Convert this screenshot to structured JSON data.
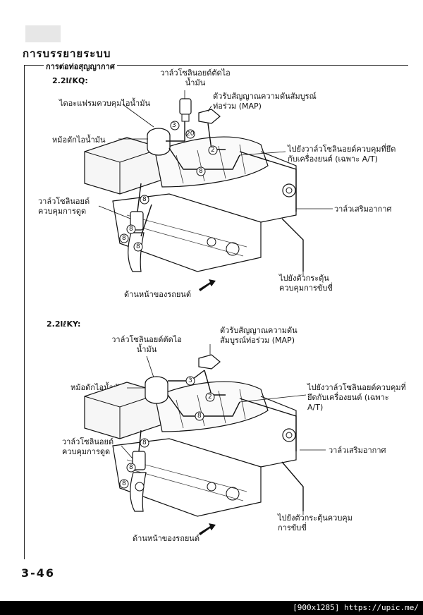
{
  "header": {
    "title": "การบรรยายระบบ"
  },
  "frame": {
    "title": "การต่อท่อสุญญากาศ"
  },
  "section1": {
    "heading": "2.2lℓKQ:",
    "labels": {
      "vsv_fuel_cut": "วาล์วโซลินอยด์ตัดไอน้ำมัน",
      "fuel_vapor_diaphragm": "ไดอะแฟรมควบคุมไอน้ำมัน",
      "map_sensor": "ตัวรับสัญญาณความดันสัมบูรณ์ท่อร่วม (MAP)",
      "canister": "หม้อดักไอน้ำมัน",
      "to_vsv_engine_mount": "ไปยังวาล์วโซลินอยด์ควบคุมที่ยึดกับเครื่องยนต์ (เฉพาะ A/T)",
      "air_assist_valve": "วาล์วเสริมอากาศ",
      "vsv_purge_control": "วาล์วโซลินอยด์ควบคุมการดูด",
      "to_drive_control_actuator": "ไปยังตัวกระตุ้นควบคุมการขับขี่",
      "front_of_vehicle": "ด้านหน้าของรถยนต์"
    }
  },
  "section2": {
    "heading": "2.2lℓKY:",
    "labels": {
      "map_sensor": "ตัวรับสัญญาณความดันสัมบูรณ์ท่อร่วม (MAP)",
      "vsv_fuel_cut": "วาล์วโซลินอยด์ตัดไอน้ำมัน",
      "canister": "หม้อดักไอน้ำมัน",
      "to_vsv_engine_mount": "ไปยังวาล์วโซลินอยด์ควบคุมที่ยึดกับเครื่องยนต์ (เฉพาะ A/T)",
      "air_assist_valve": "วาล์วเสริมอากาศ",
      "vsv_purge_control": "วาล์วโซลินอยด์ควบคุมการดูด",
      "to_drive_control_actuator": "ไปยังตัวกระตุ้นควบคุมการขับขี่",
      "front_of_vehicle": "ด้านหน้าของรถยนต์"
    }
  },
  "hose_numbers": [
    "3",
    "20",
    "2",
    "8",
    "8",
    "8",
    "8",
    "8",
    "3",
    "2",
    "8",
    "8",
    "8",
    "8"
  ],
  "page_number": "3-46",
  "footer": "[900x1285] https://upic.me/"
}
